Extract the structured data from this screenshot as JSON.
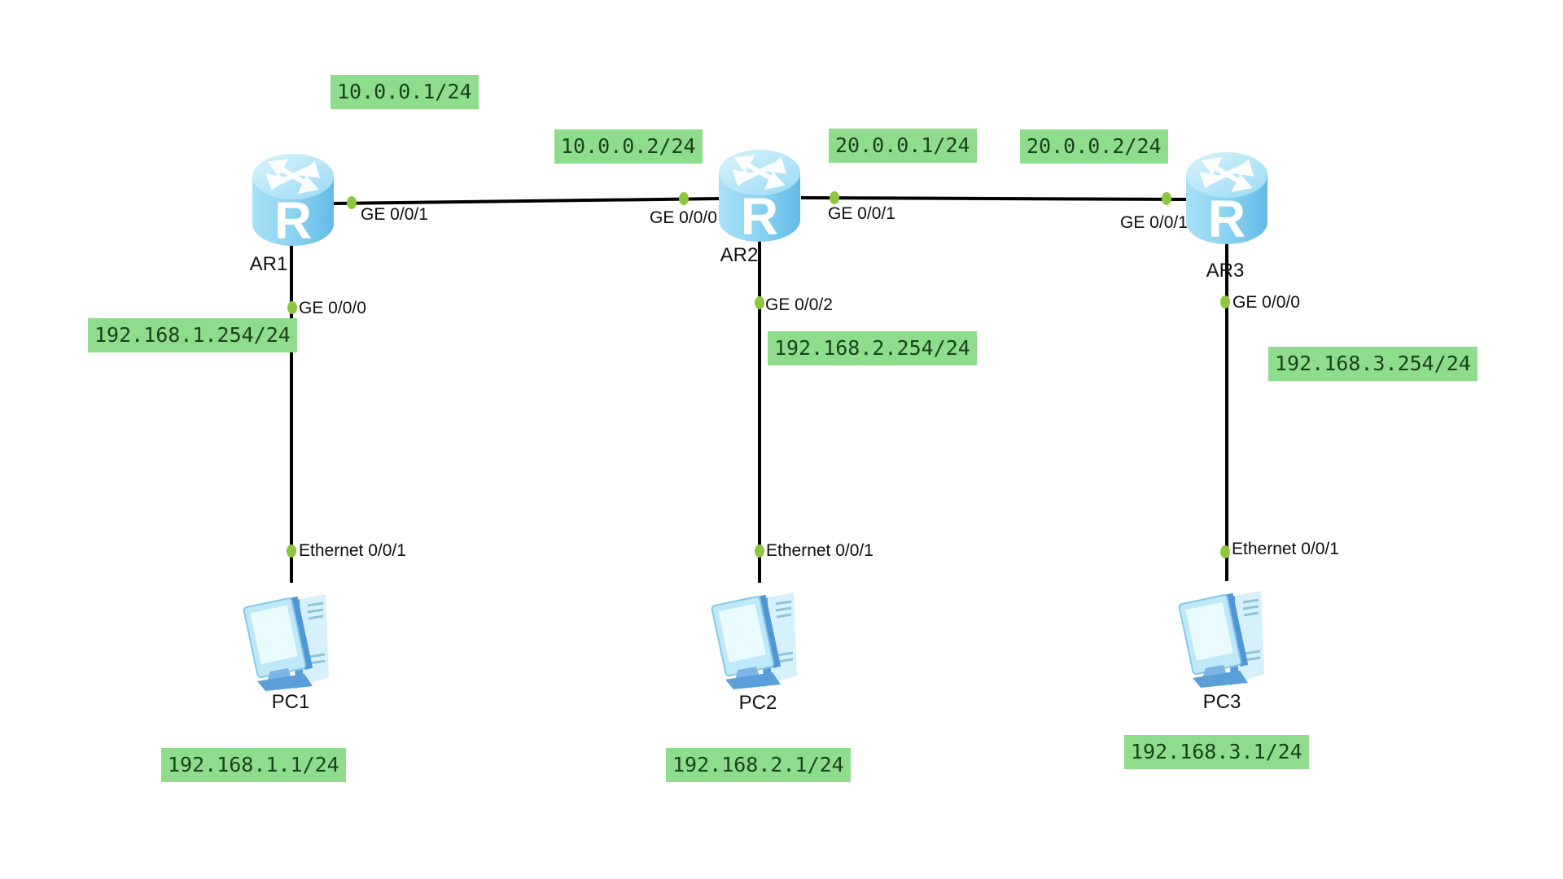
{
  "app": {
    "name": "eNSP network topology canvas"
  },
  "colors": {
    "background": "#ffffff",
    "annotation_bg": "#8fdd8c",
    "annotation_text": "#17441a",
    "link": "#000000",
    "port_dot": "#8dc63f",
    "router_body": "#86cdf0",
    "pc_body": "#aadcf5",
    "label_text": "#121212"
  },
  "devices": [
    {
      "id": "ar1",
      "type": "router",
      "label": "AR1"
    },
    {
      "id": "ar2",
      "type": "router",
      "label": "AR2"
    },
    {
      "id": "ar3",
      "type": "router",
      "label": "AR3"
    },
    {
      "id": "pc1",
      "type": "pc",
      "label": "PC1"
    },
    {
      "id": "pc2",
      "type": "pc",
      "label": "PC2"
    },
    {
      "id": "pc3",
      "type": "pc",
      "label": "PC3"
    }
  ],
  "links": [
    {
      "from": "AR1",
      "from_port": "GE 0/0/1",
      "to": "AR2",
      "to_port": "GE 0/0/0"
    },
    {
      "from": "AR2",
      "from_port": "GE 0/0/1",
      "to": "AR3",
      "to_port": "GE 0/0/1"
    },
    {
      "from": "AR1",
      "from_port": "GE 0/0/0",
      "to": "PC1",
      "to_port": "Ethernet 0/0/1"
    },
    {
      "from": "AR2",
      "from_port": "GE 0/0/2",
      "to": "PC2",
      "to_port": "Ethernet 0/0/1"
    },
    {
      "from": "AR3",
      "from_port": "GE 0/0/0",
      "to": "PC3",
      "to_port": "Ethernet 0/0/1"
    }
  ],
  "interface_labels": [
    {
      "device": "AR1",
      "text": "GE 0/0/1"
    },
    {
      "device": "AR2",
      "text": "GE 0/0/0"
    },
    {
      "device": "AR2",
      "text": "GE 0/0/1"
    },
    {
      "device": "AR3",
      "text": "GE 0/0/1"
    },
    {
      "device": "AR1",
      "text": "GE 0/0/0"
    },
    {
      "device": "AR2",
      "text": "GE 0/0/2"
    },
    {
      "device": "AR3",
      "text": "GE 0/0/0"
    },
    {
      "device": "PC1",
      "text": "Ethernet 0/0/1"
    },
    {
      "device": "PC2",
      "text": "Ethernet 0/0/1"
    },
    {
      "device": "PC3",
      "text": "Ethernet 0/0/1"
    }
  ],
  "ip_annotations": [
    {
      "text": "10.0.0.1/24"
    },
    {
      "text": "10.0.0.2/24"
    },
    {
      "text": "20.0.0.1/24"
    },
    {
      "text": "20.0.0.2/24"
    },
    {
      "text": "192.168.1.254/24"
    },
    {
      "text": "192.168.2.254/24"
    },
    {
      "text": "192.168.3.254/24"
    },
    {
      "text": "192.168.1.1/24"
    },
    {
      "text": "192.168.2.1/24"
    },
    {
      "text": "192.168.3.1/24"
    }
  ]
}
